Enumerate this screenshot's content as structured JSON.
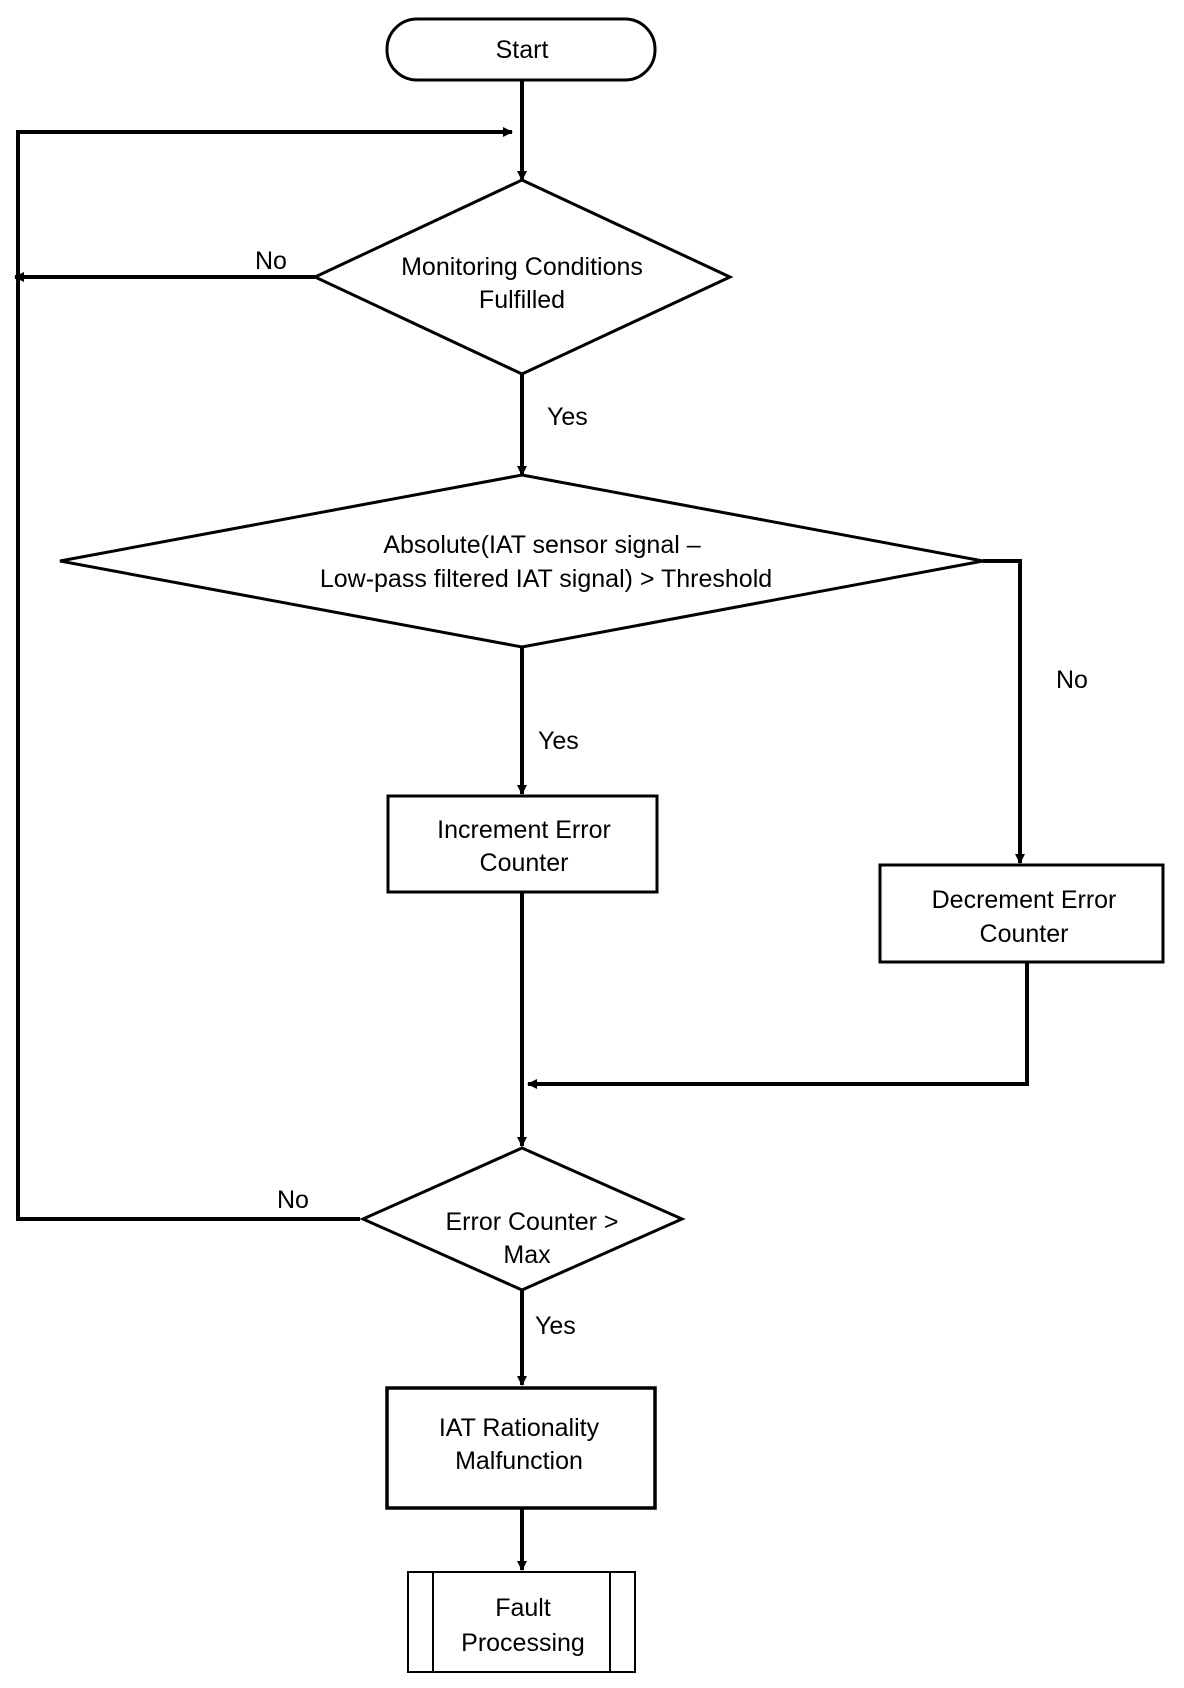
{
  "flowchart": {
    "start": "Start",
    "monitoring": {
      "line1": "Monitoring Conditions",
      "line2": "Fulfilled"
    },
    "absolute": {
      "line1": "Absolute(IAT sensor signal –",
      "line2": "Low-pass filtered IAT signal) > Threshold"
    },
    "increment": {
      "line1": "Increment Error",
      "line2": "Counter"
    },
    "decrement": {
      "line1": "Decrement Error",
      "line2": "Counter"
    },
    "errorcheck": {
      "line1": "Error Counter >",
      "line2": "Max"
    },
    "malfunction": {
      "line1": "IAT Rationality",
      "line2": "Malfunction"
    },
    "fault": {
      "line1": "Fault",
      "line2": "Processing"
    },
    "edge_labels": {
      "monitoring_no": "No",
      "monitoring_yes": "Yes",
      "absolute_yes": "Yes",
      "absolute_no": "No",
      "errorcheck_no": "No",
      "errorcheck_yes": "Yes"
    }
  }
}
